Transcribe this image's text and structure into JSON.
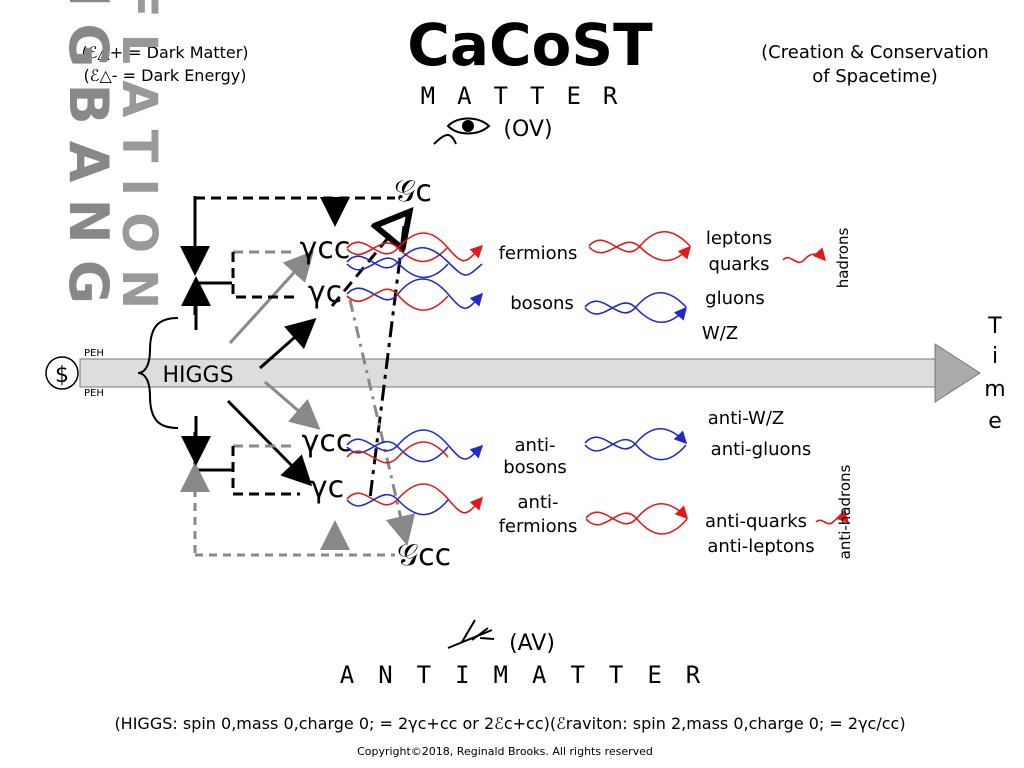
{
  "title": {
    "main": "CaCoST",
    "subtitle_line1": "(Creation & Conservation",
    "subtitle_line2": "of Spacetime)"
  },
  "dark_notes": {
    "line1": "(ℰ△+ = Dark Matter)",
    "line2": "(ℰ△- = Dark Energy)"
  },
  "matter_label": "MATTER",
  "matter_ov": "(OV)",
  "antimatter_label": "ANTIMATTER",
  "antimatter_av": "(AV)",
  "vertical_bigbang": "BIGBANG",
  "vertical_inflation": "INFLATION",
  "time_label": "Time",
  "singularity_symbol": "$",
  "peh_upper": "PEH",
  "peh_lower": "PEH",
  "higgs": "HIGGS",
  "gamma_cc_upper": "γcc",
  "gamma_c_upper": "γc",
  "gamma_cc_lower": "γcc",
  "gamma_c_lower": "γc",
  "graviton_c": "𝒢c",
  "graviton_cc": "𝒢cc",
  "particles": {
    "fermions": "fermions",
    "bosons": "bosons",
    "leptons": "leptons",
    "quarks": "quarks",
    "hadrons": "hadrons",
    "gluons": "gluons",
    "wz": "W/Z",
    "anti_bosons_1": "anti-",
    "anti_bosons_2": "bosons",
    "anti_fermions_1": "anti-",
    "anti_fermions_2": "fermions",
    "anti_wz": "anti-W/Z",
    "anti_gluons": "anti-gluons",
    "anti_quarks": "anti-quarks",
    "anti_leptons": "anti-leptons",
    "anti_hadrons": "anti-hadrons"
  },
  "footer": {
    "formula": "(HIGGS: spin 0,mass 0,charge 0; = 2γc+cc or 2ℰc+cc)(ℰraviton: spin 2,mass 0,charge 0; = 2γc/cc)",
    "copyright": "Copyright©2018, Reginald Brooks. All rights reserved"
  },
  "colors": {
    "red": "#e31919",
    "blue": "#1f2ac9",
    "gray": "#8a8a8a",
    "dark_gray": "#555555",
    "light_gray": "#a9a9a9",
    "time_arrow_fill": "#dddddd"
  }
}
